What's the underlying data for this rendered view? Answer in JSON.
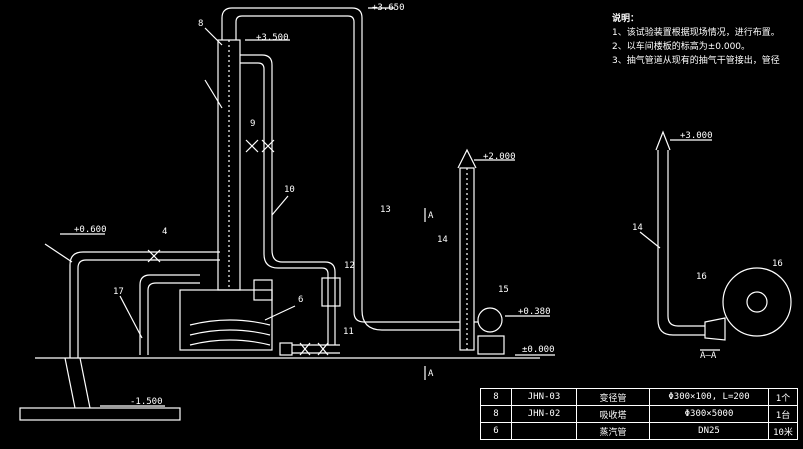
{
  "notes": {
    "title": "说明：",
    "lines": [
      "1、该试验装置根据现场情况，进行布置。",
      "2、以车间楼板的标高为±0.000。",
      "3、抽气管道从现有的抽气干管接出，管径"
    ]
  },
  "elevations": {
    "top": "+3.650",
    "tower_top": "+3.500",
    "left_pipe": "+0.600",
    "stack_top": "+2.000",
    "fan_outlet": "+0.380",
    "floor": "±0.000",
    "below": "-1.500",
    "aa_stack": "+3.000"
  },
  "tags": {
    "t8": "8",
    "t9": "9",
    "t10": "10",
    "t12": "12",
    "t13": "13",
    "t14": "14",
    "t15": "15",
    "t17": "17",
    "t4": "4",
    "t11": "11",
    "t6": "6",
    "aa14": "14",
    "aa16a": "16",
    "aa16b": "16"
  },
  "section": {
    "marker": "A",
    "marker2": "A",
    "label": "A—A"
  },
  "bom": [
    {
      "no": "8",
      "code": "JHN-03",
      "name": "变径管",
      "spec": "Φ300×100, L=200",
      "qty": "1个"
    },
    {
      "no": "8",
      "code": "JHN-02",
      "name": "吸收塔",
      "spec": "Φ300×5000",
      "qty": "1台"
    },
    {
      "no": "6",
      "code": "",
      "name": "蒸汽管",
      "spec": "DN25",
      "qty": "10米"
    }
  ]
}
